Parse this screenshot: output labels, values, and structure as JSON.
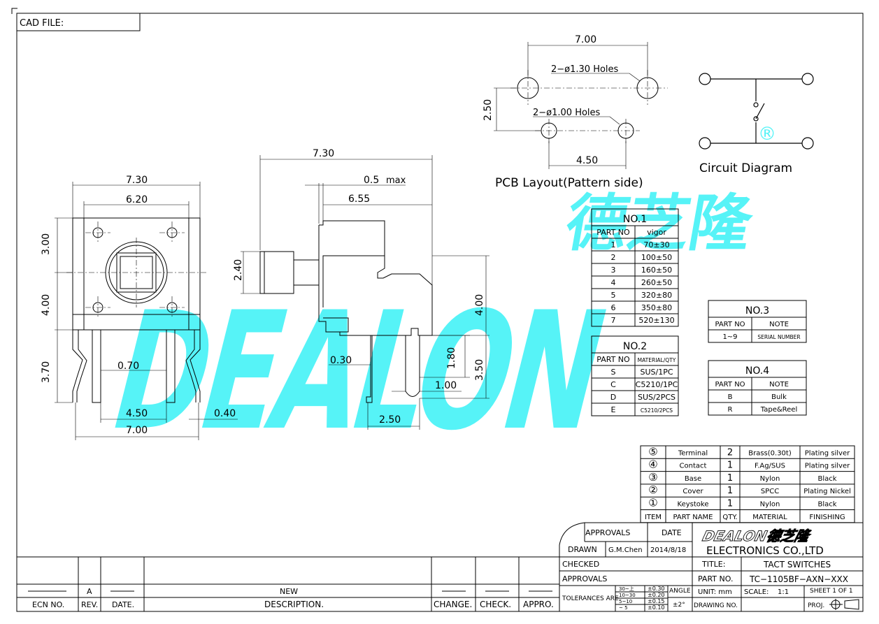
{
  "cad_file_label": "CAD FILE:",
  "watermark": {
    "logo_text": "DEALON",
    "chinese": "德芝隆",
    "registered": "®",
    "color": "#4df3f7"
  },
  "pcb": {
    "dim_top": "7.00",
    "holes_large": "2−ø1.30 Holes",
    "holes_small": "2−ø1.00 Holes",
    "dim_left": "2.50",
    "dim_bottom": "4.50",
    "caption": "PCB Layout(Pattern side)"
  },
  "circuit": {
    "caption": "Circuit Diagram"
  },
  "front_view": {
    "w_outer": "7.30",
    "w_inner": "6.20",
    "h_top": "3.00",
    "h_mid": "4.00",
    "h_pin": "3.70",
    "pin_gap": "0.70",
    "pin_span": "4.50",
    "pin_w": "0.40",
    "w_bottom": "7.00"
  },
  "side_view": {
    "w_total": "7.30",
    "max": "0.5",
    "max_unit": "max",
    "w_body": "6.55",
    "h_stem": "2.40",
    "h_body": "4.00",
    "t_pin": "0.30",
    "h_pin": "1.80",
    "h_lead": "3.50",
    "w_pin": "1.00",
    "w_bottom": "2.50"
  },
  "table_no1": {
    "title": "NO.1",
    "headers": [
      "PART  NO",
      "vigor"
    ],
    "rows": [
      [
        "1",
        "70±30"
      ],
      [
        "2",
        "100±50"
      ],
      [
        "3",
        "160±50"
      ],
      [
        "4",
        "260±50"
      ],
      [
        "5",
        "320±80"
      ],
      [
        "6",
        "350±80"
      ],
      [
        "7",
        "520±130"
      ]
    ]
  },
  "table_no2": {
    "title": "NO.2",
    "headers": [
      "PART  NO",
      "MATERIAL/QTY"
    ],
    "rows": [
      [
        "S",
        "SUS/1PC"
      ],
      [
        "C",
        "C5210/1PC"
      ],
      [
        "D",
        "SUS/2PCS"
      ],
      [
        "E",
        "C5210/2PCS"
      ]
    ]
  },
  "table_no3": {
    "title": "NO.3",
    "headers": [
      "PART  NO",
      "NOTE"
    ],
    "rows": [
      [
        "1~9",
        "SERIAL NUMBER"
      ]
    ]
  },
  "table_no4": {
    "title": "NO.4",
    "headers": [
      "PART  NO",
      "NOTE"
    ],
    "rows": [
      [
        "B",
        "Bulk"
      ],
      [
        "R",
        "Tape&Reel"
      ]
    ]
  },
  "bom": {
    "rows": [
      [
        "⑤",
        "Terminal",
        "2",
        "Brass(0.30t)",
        "Plating silver"
      ],
      [
        "④",
        "Contact",
        "1",
        "F.Ag/SUS",
        "Plating silver"
      ],
      [
        "③",
        "Base",
        "1",
        "Nylon",
        "Black"
      ],
      [
        "②",
        "Cover",
        "1",
        "SPCC",
        "Plating Nickel"
      ],
      [
        "①",
        "Keystoke",
        "1",
        "Nylon",
        "Black"
      ]
    ],
    "headers": [
      "ITEM",
      "PART NAME",
      "QTY.",
      "MATERIAL",
      "FINISHING"
    ]
  },
  "title_block": {
    "approvals": "APPROVALS",
    "date": "DATE",
    "drawn": "DRAWN",
    "drawn_by": "G.M.Chen",
    "drawn_date": "2014/8/18",
    "checked": "CHECKED",
    "approvals2": "APPROVALS",
    "tolerances": "TOLERANCES ARE",
    "tol": [
      [
        "30~上",
        "±0.30"
      ],
      [
        "10~30",
        "±0.20"
      ],
      [
        "5~10",
        "±0.15"
      ],
      [
        "~ 5",
        "±0.10"
      ]
    ],
    "angle": "ANGLE",
    "angle_val": "±2°",
    "company_logo": "DEALON德芝隆",
    "company": "ELECTRONICS CO.,LTD",
    "title_label": "TITLE:",
    "title": "TACT SWITCHES",
    "part_no_label": "PART NO.",
    "part_no": "TC−1105BF−AXN−XXX",
    "unit": "UNIT: mm",
    "scale_label": "SCALE:",
    "scale": "1:1",
    "sheet": "SHEET  1 OF 1",
    "drawing_no": "DRAWING NO.",
    "proj": "PROJ."
  },
  "revision": {
    "row": [
      "",
      "A",
      "",
      "NEW",
      "",
      "",
      ""
    ],
    "headers": [
      "ECN NO.",
      "REV.",
      "DATE.",
      "DESCRIPTION.",
      "CHANGE.",
      "CHECK.",
      "APPRO."
    ]
  }
}
